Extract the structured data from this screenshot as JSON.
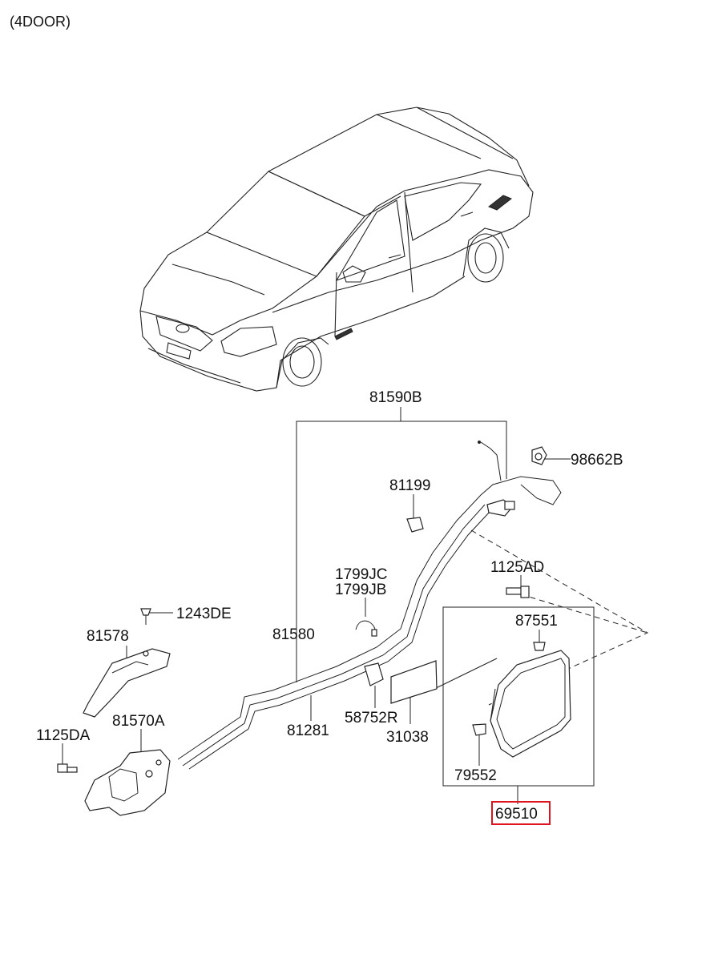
{
  "header": {
    "variant": "(4DOOR)"
  },
  "labels": {
    "p81590B": "81590B",
    "p98662B": "98662B",
    "p81199": "81199",
    "p1125AD": "1125AD",
    "p1799JC": "1799JC",
    "p1799JB": "1799JB",
    "p1243DE": "1243DE",
    "p81578": "81578",
    "p81580": "81580",
    "p87551": "87551",
    "p81570A": "81570A",
    "p1125DA": "1125DA",
    "p81281": "81281",
    "p58752R": "58752R",
    "p31038": "31038",
    "p79552": "79552",
    "p69510": "69510"
  },
  "highlight": {
    "part": "69510",
    "color": "#e0141e"
  }
}
